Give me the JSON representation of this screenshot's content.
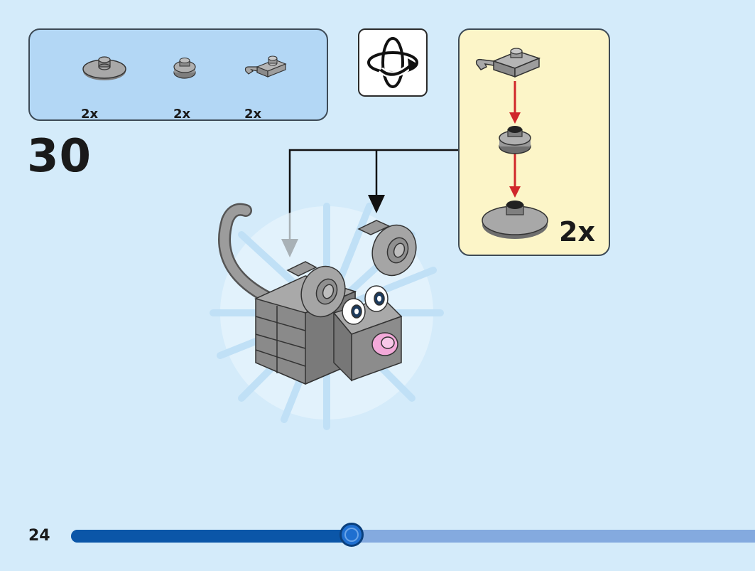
{
  "step": {
    "number": "30"
  },
  "parts_list": [
    {
      "icon": "round-tile-large-icon",
      "quantity": "2x"
    },
    {
      "icon": "round-plate-small-icon",
      "quantity": "2x"
    },
    {
      "icon": "clip-plate-icon",
      "quantity": "2x"
    }
  ],
  "rotate": {
    "icon": "rotate-model-icon"
  },
  "sub_assembly": {
    "quantity": "2x"
  },
  "page": {
    "number": "24"
  },
  "progress": {
    "fraction": 0.41
  },
  "colors": {
    "background": "#d4ebfa",
    "parts_box": "#b3d7f5",
    "sub_box": "#fcf5c8",
    "brick_gray": "#9a9a9a",
    "nose_pink": "#f3a9d9",
    "arrow_red": "#d0262a",
    "progress_fill": "#0b56a8",
    "progress_track": "#84aadf"
  }
}
